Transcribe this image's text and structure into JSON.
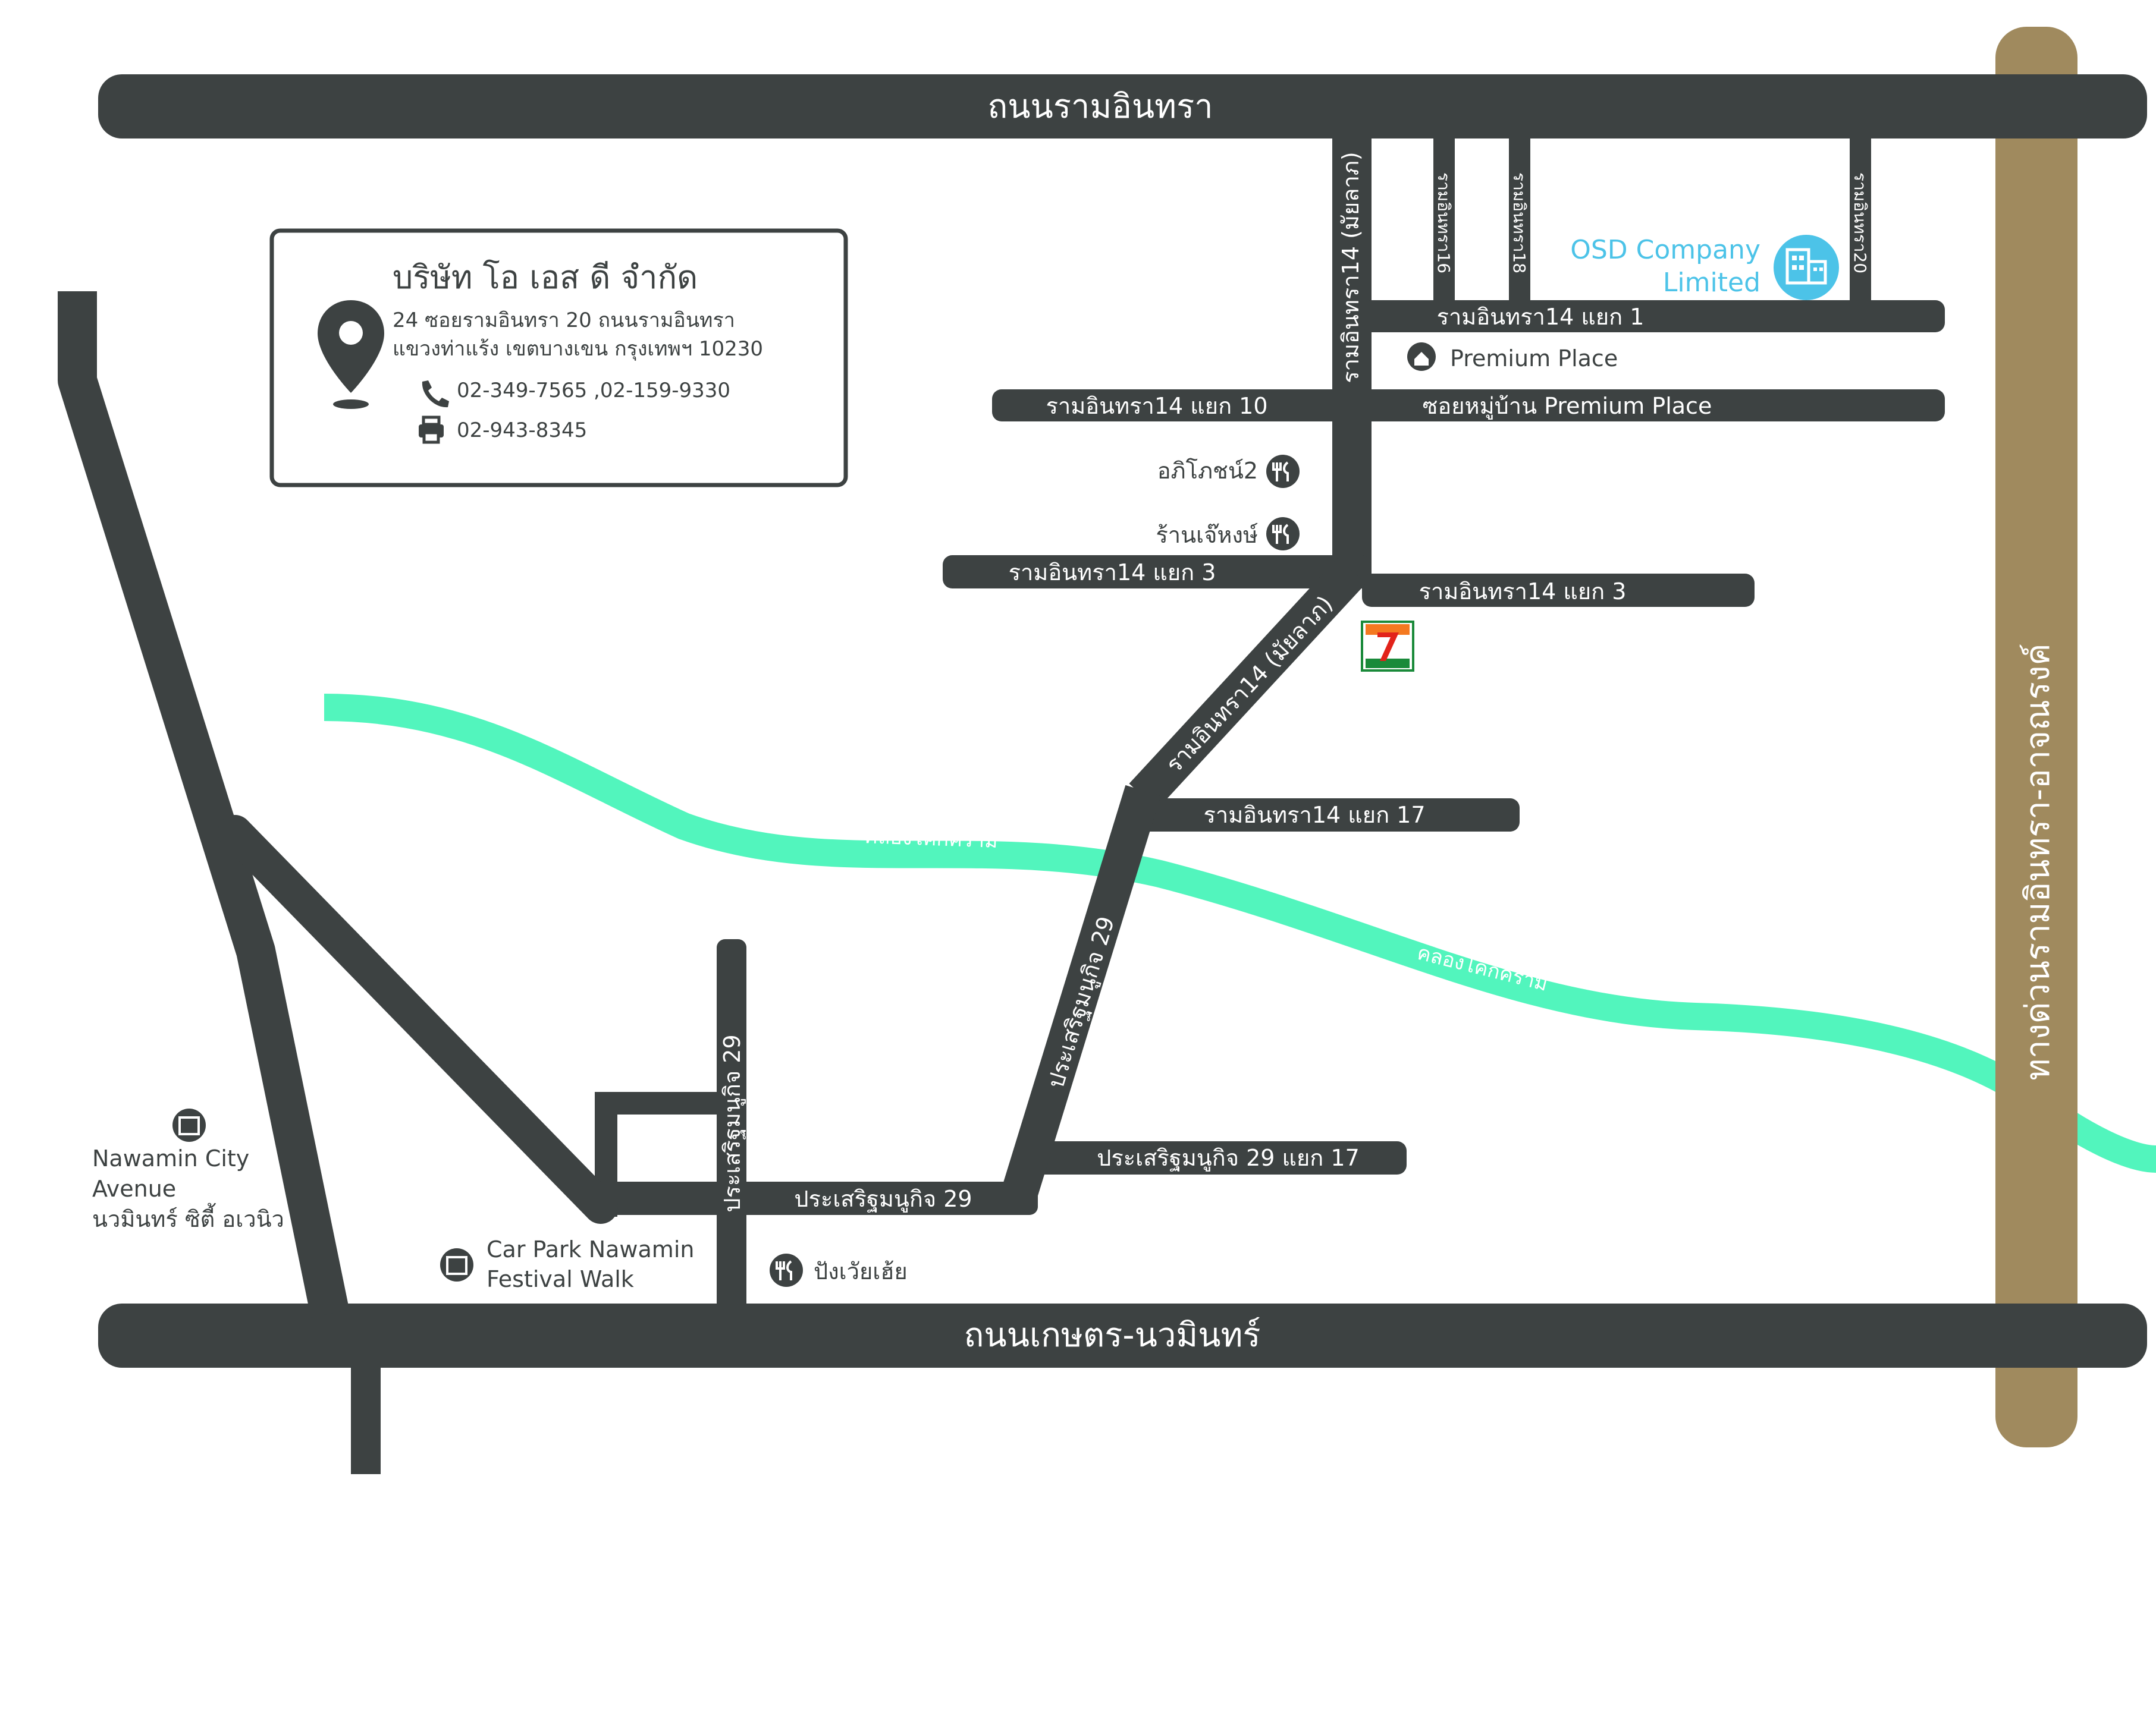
{
  "company": {
    "name": "บริษัท โอ เอส ดี จำกัด",
    "address_line1": "24 ซอยรามอินทรา 20 ถนนรามอินทรา",
    "address_line2": "แขวงท่าแร้ง เขตบางเขน กรุงเทพฯ 10230",
    "phone": "02-349-7565 ,02-159-9330",
    "fax": "02-943-8345"
  },
  "roads": {
    "top_main": "ถนนรามอินทรา",
    "bottom_main": "ถนนเกษตร-นวมินทร์",
    "expressway": "ทางด่วนรามอินทรา-อาจณรงค์",
    "ram14_vertical": "รามอินทรา14 (มัยลาภ)",
    "ram14_diagonal": "รามอินทรา14 (มัยลาภ)",
    "soi16": "รามอินทรา16",
    "soi18": "รามอินทรา18",
    "soi20": "รามอินทรา20",
    "ram14_1": "รามอินทรา14 แยก 1",
    "ram14_10": "รามอินทรา14 แยก 10",
    "premium_soi": "ซอยหมู่บ้าน Premium Place",
    "ram14_3_left": "รามอินทรา14 แยก 3",
    "ram14_3_right": "รามอินทรา14 แยก 3",
    "ram14_17": "รามอินทรา14 แยก 17",
    "pra29_diagonal": "ประเสริฐมนูกิจ 29",
    "pra29_17": "ประเสริฐมนูกิจ 29 แยก 17",
    "pra29_horizontal": "ประเสริฐมนูกิจ 29",
    "pra29_vertical": "ประเสริฐมนูกิจ 29"
  },
  "canal": {
    "label_1": "คลองโคกคราม",
    "label_2": "คลองโคกคราม"
  },
  "places": {
    "osd_line1": "OSD Company",
    "osd_line2": "Limited",
    "premium_place": "Premium Place",
    "apiphot": "อภิโภชน์2",
    "jhong": "ร้านเจ๊หงษ์",
    "nawamin_city_1": "Nawamin City",
    "nawamin_city_2": "Avenue",
    "nawamin_city_3": "นวมินทร์ ซิตี้ อเวนิว",
    "car_park_1": "Car Park Nawamin",
    "car_park_2": "Festival Walk",
    "pang": "ปังเวัยเฮ้ย"
  },
  "colors": {
    "road": "#3d4242",
    "canal": "#52f5bd",
    "expressway": "#a08a5e",
    "osd": "#4cc3e8",
    "seven_eleven_green": "#1a8a3a",
    "seven_eleven_orange": "#f47920",
    "seven_eleven_red": "#e2231a"
  },
  "icons": [
    "location-pin-icon",
    "phone-icon",
    "fax-icon",
    "home-icon",
    "restaurant-icon",
    "shop-icon",
    "office-building-icon",
    "seven-eleven-logo"
  ]
}
